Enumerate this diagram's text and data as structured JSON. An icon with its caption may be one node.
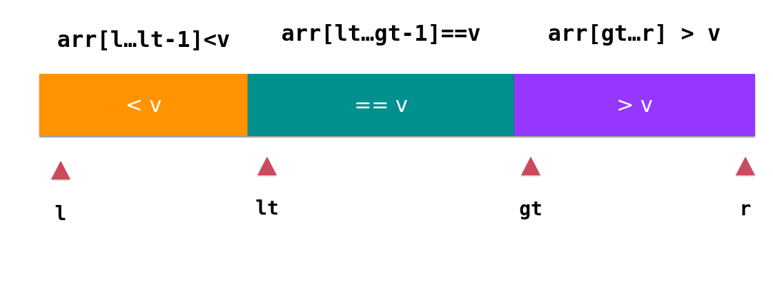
{
  "diagram": {
    "nodes": [
      {
        "text": [
          "< v"
        ],
        "beside": [
          "arr[l…lt-1]<v"
        ]
      },
      {
        "text": [
          "== v"
        ],
        "beside": [
          "arr[lt…gt-1]==v"
        ]
      },
      {
        "text": [
          "> v"
        ],
        "beside": [
          "arr[gt…r] > v"
        ]
      }
    ],
    "labels": [
      "l",
      "lt",
      "gt",
      "r"
    ]
  }
}
